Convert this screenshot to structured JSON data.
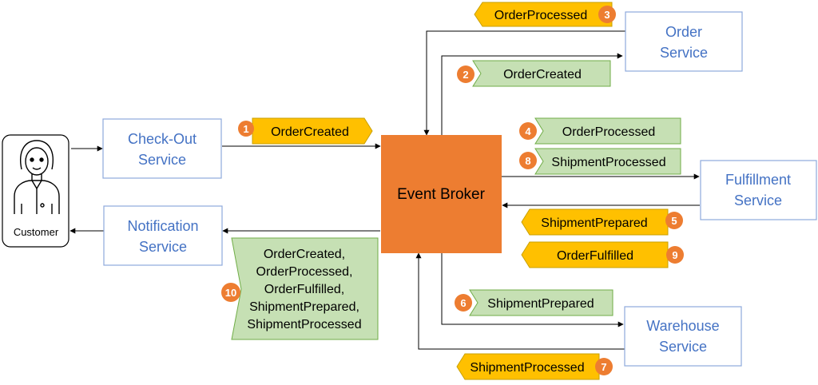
{
  "colors": {
    "service_border": "#8ea9db",
    "service_text": "#4472c4",
    "broker_fill": "#ed7d31",
    "orange_tag_fill": "#ffc000",
    "orange_tag_border": "#c9a000",
    "green_tag_fill": "#c6e0b4",
    "green_tag_border": "#70ad47",
    "badge_fill": "#ed7d31"
  },
  "customer": {
    "label": "Customer",
    "icon": "user-avatar-icon"
  },
  "broker": {
    "label": "Event Broker"
  },
  "services": {
    "checkout": [
      "Check-Out",
      "Service"
    ],
    "notification": [
      "Notification",
      "Service"
    ],
    "order": [
      "Order",
      "Service"
    ],
    "fulfillment": [
      "Fulfillment",
      "Service"
    ],
    "warehouse": [
      "Warehouse",
      "Service"
    ]
  },
  "events": {
    "e1": {
      "number": "1",
      "label": "OrderCreated",
      "color": "orange"
    },
    "e2": {
      "number": "2",
      "label": "OrderCreated",
      "color": "green"
    },
    "e3": {
      "number": "3",
      "label": "OrderProcessed",
      "color": "orange"
    },
    "e4": {
      "number": "4",
      "label": "OrderProcessed",
      "color": "green"
    },
    "e5": {
      "number": "5",
      "label": "ShipmentPrepared",
      "color": "orange"
    },
    "e6": {
      "number": "6",
      "label": "ShipmentPrepared",
      "color": "green"
    },
    "e7": {
      "number": "7",
      "label": "ShipmentProcessed",
      "color": "orange"
    },
    "e8": {
      "number": "8",
      "label": "ShipmentProcessed",
      "color": "green"
    },
    "e9": {
      "number": "9",
      "label": "OrderFulfilled",
      "color": "orange"
    },
    "e10": {
      "number": "10",
      "color": "green",
      "lines": [
        "OrderCreated,",
        "OrderProcessed,",
        "OrderFulfilled,",
        "ShipmentPrepared,",
        "ShipmentProcessed"
      ]
    }
  }
}
